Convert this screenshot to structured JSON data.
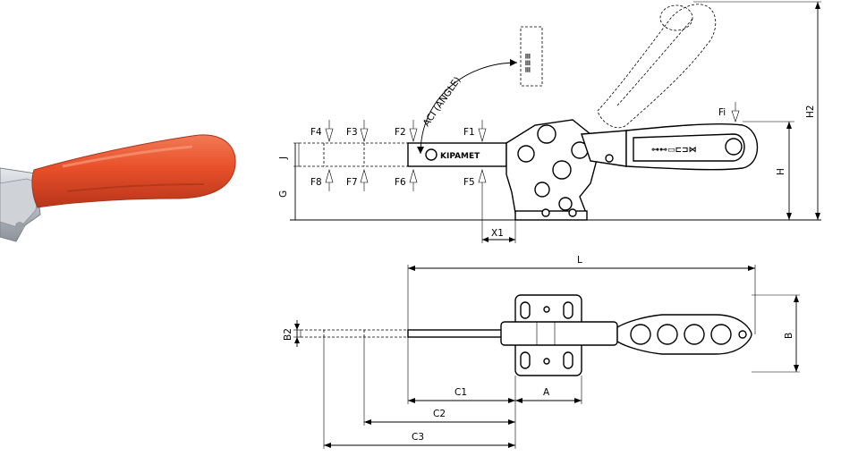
{
  "photo": {
    "handle_color": "#E8502A",
    "body_color": "#B9BEC4"
  },
  "labels": {
    "angle": "ACI (ANGLE)",
    "brand": "KIPAMET",
    "F1": "F1",
    "F2": "F2",
    "F3": "F3",
    "F4": "F4",
    "F5": "F5",
    "F6": "F6",
    "F7": "F7",
    "F8": "F8",
    "Fi": "Fi",
    "J": "J",
    "G": "G",
    "H": "H",
    "H2": "H2",
    "X1": "X1",
    "L": "L",
    "B": "B",
    "B2": "B2",
    "A": "A",
    "C1": "C1",
    "C2": "C2",
    "C3": "C3"
  }
}
